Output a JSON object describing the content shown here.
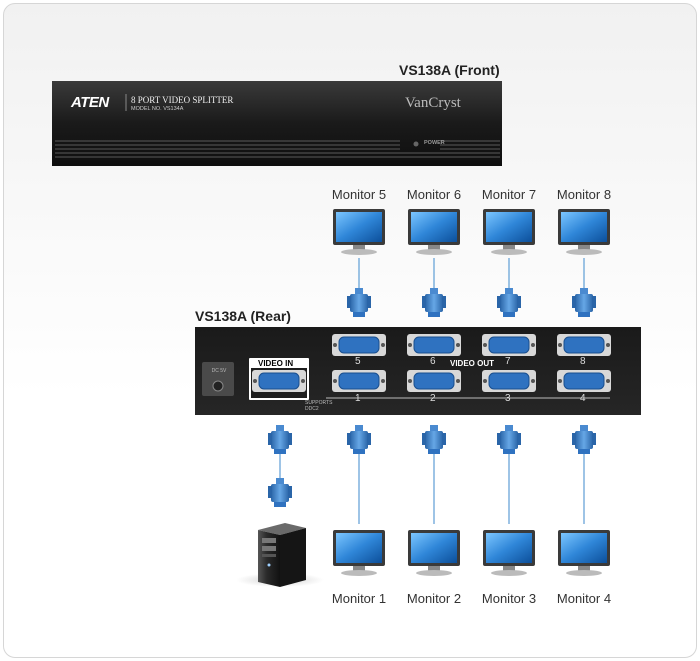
{
  "front": {
    "title": "VS138A (Front)",
    "brand": "ATEN",
    "product_line1": "8 PORT VIDEO SPLITTER",
    "product_line2": "MODEL NO. VS134A",
    "vancryst": "VanCryst",
    "power": "POWER"
  },
  "rear": {
    "title": "VS138A (Rear)",
    "video_in": "VIDEO IN",
    "video_out": "VIDEO OUT",
    "dc": "DC 5V",
    "supports": "SUPPORTS DDC2",
    "port_labels_top": [
      "5",
      "6",
      "7",
      "8"
    ],
    "port_labels_bottom": [
      "1",
      "2",
      "3",
      "4"
    ]
  },
  "monitors_top": [
    "Monitor 5",
    "Monitor 6",
    "Monitor 7",
    "Monitor 8"
  ],
  "monitors_bottom": [
    "Monitor 1",
    "Monitor 2",
    "Monitor 3",
    "Monitor 4"
  ],
  "colors": {
    "connector": "#3f7fc4",
    "screen": "#2e7fd0",
    "device": "#1c1c1c"
  }
}
